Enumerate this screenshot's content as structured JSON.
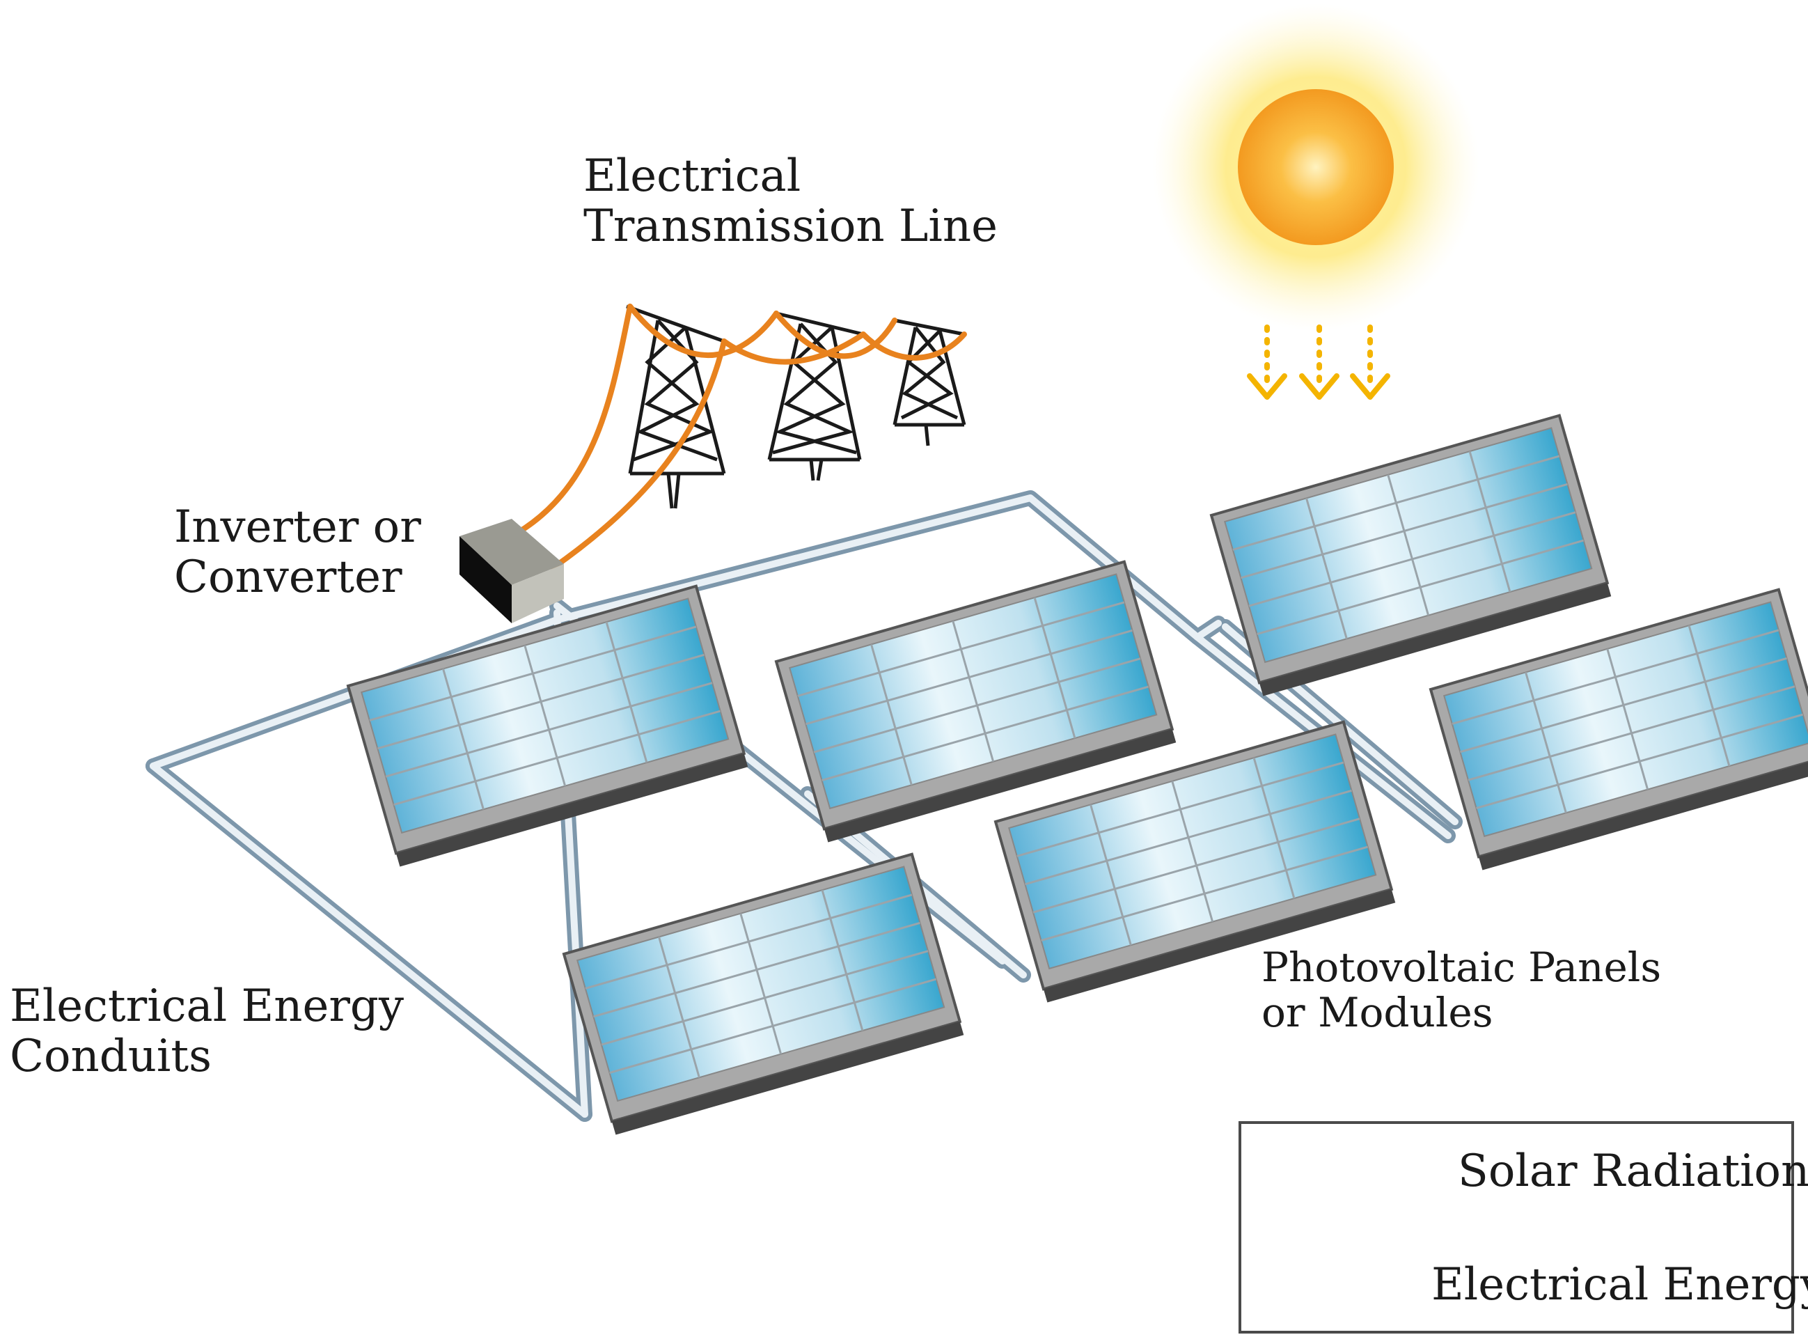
{
  "labels": {
    "transmission_line": [
      "Electrical",
      "Transmission Line"
    ],
    "inverter": [
      "Inverter or",
      "Converter"
    ],
    "conduits": [
      "Electrical Energy",
      "Conduits"
    ],
    "panels": [
      "Photovoltaic Panels",
      "or Modules"
    ]
  },
  "legend": {
    "items": [
      {
        "label": "Solar Radiation",
        "style": "dotted-arrow",
        "color": "#f4b400"
      },
      {
        "label": "Electrical Energy",
        "style": "solid-arrow",
        "color": "#e8821e"
      }
    ]
  },
  "colors": {
    "sun_core": "#f7a531",
    "sun_glow": "#fde66a",
    "energy_line": "#e8821e",
    "radiation": "#f4b400",
    "conduit": "#8fa9bd",
    "panel_frame": "#b4b4b4",
    "panel_glass": "#3aa7cf",
    "inverter_dark": "#111111",
    "inverter_light": "#b8b8b0"
  },
  "icons": [
    "sun-icon",
    "transmission-tower-icon",
    "inverter-box-icon",
    "solar-panel-icon"
  ]
}
